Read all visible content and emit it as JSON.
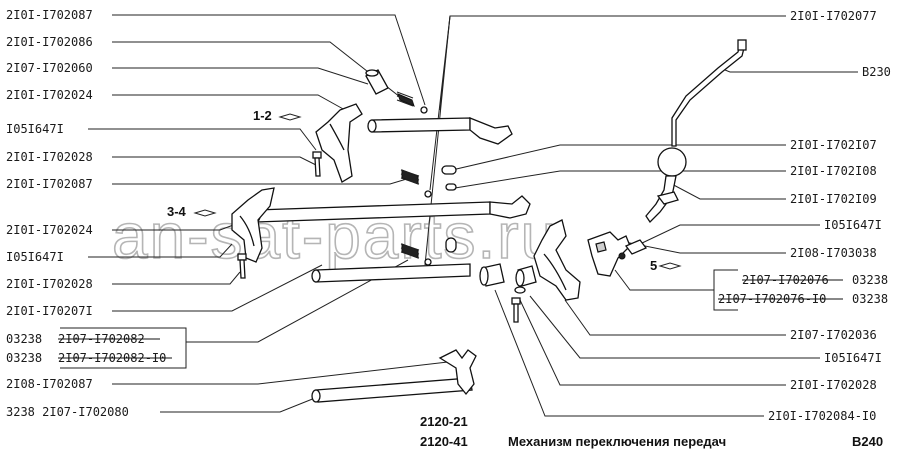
{
  "watermark": "an-sat-parts.ru",
  "left_labels": [
    "2I0I-I702087",
    "2I0I-I702086",
    "2I07-I702060",
    "2I0I-I702024",
    "I05I647I",
    "2I0I-I702028",
    "2I0I-I702087",
    "2I0I-I702024",
    "I05I647I",
    "2I0I-I702028",
    "2I0I-I70207I",
    "2I08-I702087",
    "3238  2I07-I702080"
  ],
  "left_group": {
    "row1_prefix": "03238",
    "row1_code": "2I07-I702082",
    "row2_prefix": "03238",
    "row2_code": "2I07-I702082-I0"
  },
  "right_labels": [
    "2I0I-I702077",
    "B230",
    "2I0I-I702I07",
    "2I0I-I702I08",
    "2I0I-I702I09",
    "I05I647I",
    "2I08-I703038",
    "2I07-I702036",
    "I05I647I",
    "2I0I-I702028",
    "2I0I-I702084-I0"
  ],
  "right_group": {
    "row1_code": "2I07-I702076",
    "row1_suffix": "03238",
    "row2_code": "2I07-I702076-I0",
    "row2_suffix": "03238"
  },
  "callouts": {
    "gear_12": "1-2",
    "gear_34": "3-4",
    "gear_5": "5"
  },
  "footer": {
    "model_1": "2120-21",
    "model_2": "2120-41",
    "title": "Механизм переключения передач",
    "code": "B240"
  }
}
